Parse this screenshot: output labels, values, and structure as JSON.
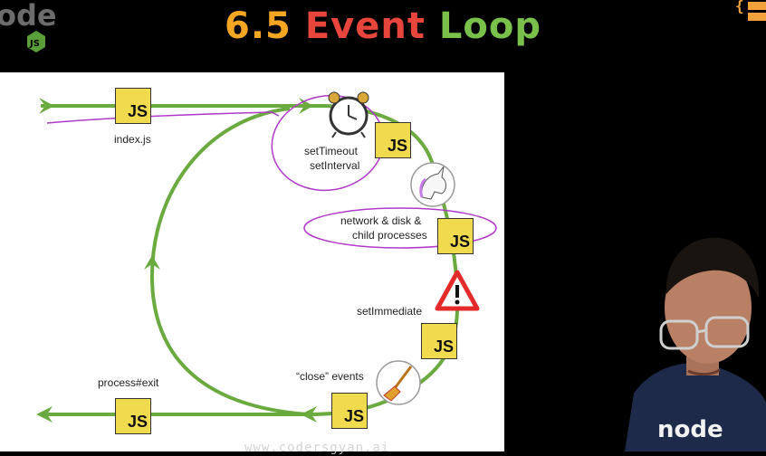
{
  "header": {
    "title_number": "6.5",
    "title_word1": "Event",
    "title_word2": "Loop",
    "colors": {
      "number": "#f5a623",
      "event": "#e8453c",
      "loop": "#79c14a"
    }
  },
  "diagram": {
    "js_label": "JS",
    "labels": {
      "entry": "index.js",
      "timers_1": "setTimeout",
      "timers_2": "setInterval",
      "io_1": "network & disk &",
      "io_2": "child processes",
      "immediate": "setImmediate",
      "close": "“close” events",
      "exit": "process#exit"
    },
    "icons": [
      "alarm-clock-icon",
      "unicorn-icon",
      "warning-icon",
      "broom-icon"
    ],
    "colors": {
      "loop": "#6aaa3f",
      "annotation": "#b03ac7",
      "js_box": "#f0db4f"
    }
  },
  "video": {
    "watermark": "www.codersgyan.ai"
  }
}
